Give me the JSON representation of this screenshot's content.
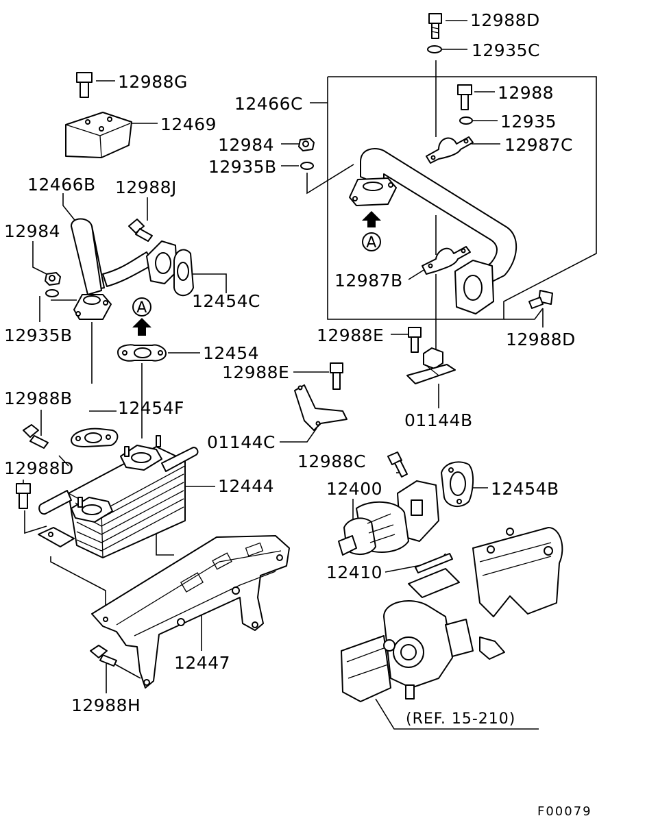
{
  "diagram": {
    "labels": {
      "l_12988D_top": "12988D",
      "l_12935C": "12935C",
      "l_12988G": "12988G",
      "l_12988": "12988",
      "l_12466C": "12466C",
      "l_12469": "12469",
      "l_12935": "12935",
      "l_12984_r": "12984",
      "l_12987C": "12987C",
      "l_12935B_r": "12935B",
      "l_12466B": "12466B",
      "l_12988J": "12988J",
      "l_12984_l": "12984",
      "l_12987B": "12987B",
      "l_12454C": "12454C",
      "l_12988D_r": "12988D",
      "l_12935B_l": "12935B",
      "l_12988E_1": "12988E",
      "l_12454": "12454",
      "l_12988E_2": "12988E",
      "l_12988B": "12988B",
      "l_12454F": "12454F",
      "l_01144B": "01144B",
      "l_01144C": "01144C",
      "l_12988C": "12988C",
      "l_12988D_l": "12988D",
      "l_12444": "12444",
      "l_12400": "12400",
      "l_12454B": "12454B",
      "l_12410": "12410",
      "l_12447": "12447",
      "l_12988H": "12988H",
      "l_ref": "(REF. 15-210)",
      "l_code": "F00079"
    },
    "callouts": {
      "a_upper": "A",
      "a_lower": "A"
    }
  }
}
